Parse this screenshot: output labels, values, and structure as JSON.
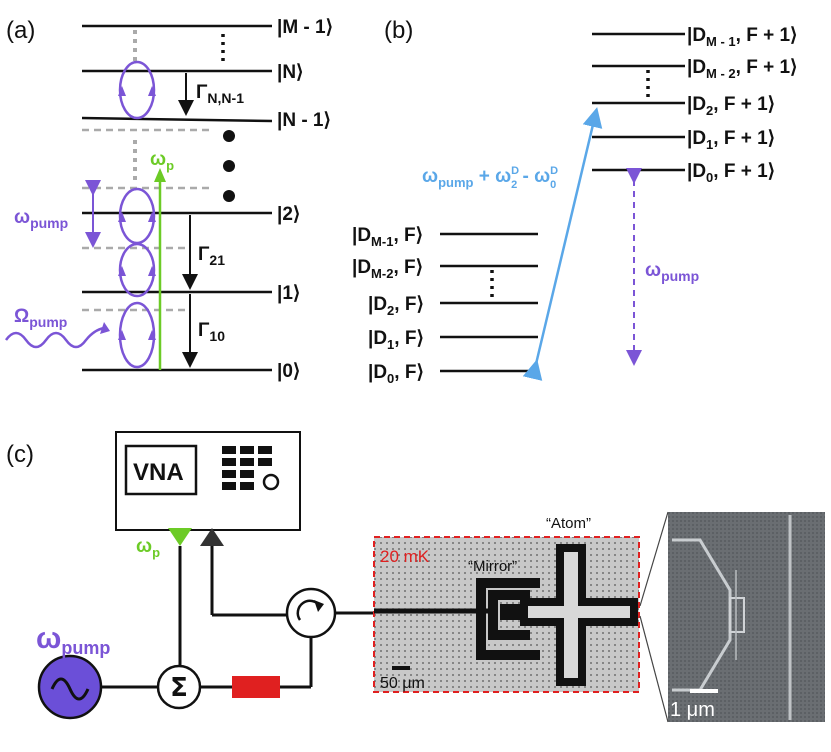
{
  "panel_a": {
    "tag": "(a)",
    "levels": [
      "|M - 1⟩",
      "|N⟩",
      "|N - 1⟩",
      "|2⟩",
      "|1⟩",
      "|0⟩"
    ],
    "gamma_nn": "Γ",
    "gamma_nn_sub": "N,N-1",
    "gamma_21": "Γ",
    "gamma_21_sub": "21",
    "gamma_10": "Γ",
    "gamma_10_sub": "10",
    "omega_p": "ω",
    "omega_p_sub": "p",
    "omega_pump": "ω",
    "omega_pump_sub": "pump",
    "Omega_pump": "Ω",
    "Omega_pump_sub": "pump"
  },
  "panel_b": {
    "tag": "(b)",
    "upper_levels": [
      "|D",
      "|D",
      "|D",
      "|D",
      "|D"
    ],
    "upper_subs": [
      "M - 1",
      "M - 2",
      "2",
      "1",
      "0"
    ],
    "upper_suffix": ", F + 1⟩",
    "lower_levels": [
      "|D",
      "|D",
      "|D",
      "|D",
      "|D"
    ],
    "lower_subs": [
      "M-1",
      "M-2",
      "2",
      "1",
      "0"
    ],
    "lower_suffix": ", F⟩",
    "transition_main": "ω",
    "transition_main_sub": "pump",
    "transition_plus": " + ω",
    "transition_sup1": "D",
    "transition_sub1": "2",
    "transition_minus": " - ω",
    "transition_sup2": "D",
    "transition_sub2": "0",
    "omega_pump": "ω",
    "omega_pump_sub": "pump"
  },
  "panel_c": {
    "tag": "(c)",
    "vna": "VNA",
    "omega_p": "ω",
    "omega_p_sub": "p",
    "omega_pump": "ω",
    "omega_pump_sub": "pump",
    "sigma": "Σ",
    "temperature": "20 mK",
    "mirror": "“Mirror”",
    "atom": "“Atom”",
    "scale_50": "50 μm",
    "scale_1": "1 μm"
  },
  "colors": {
    "purple": "#7b55d6",
    "green": "#6ccb26",
    "blue": "#5aa7e8",
    "red": "#e02020",
    "gray_dash": "#aaaaaa"
  }
}
